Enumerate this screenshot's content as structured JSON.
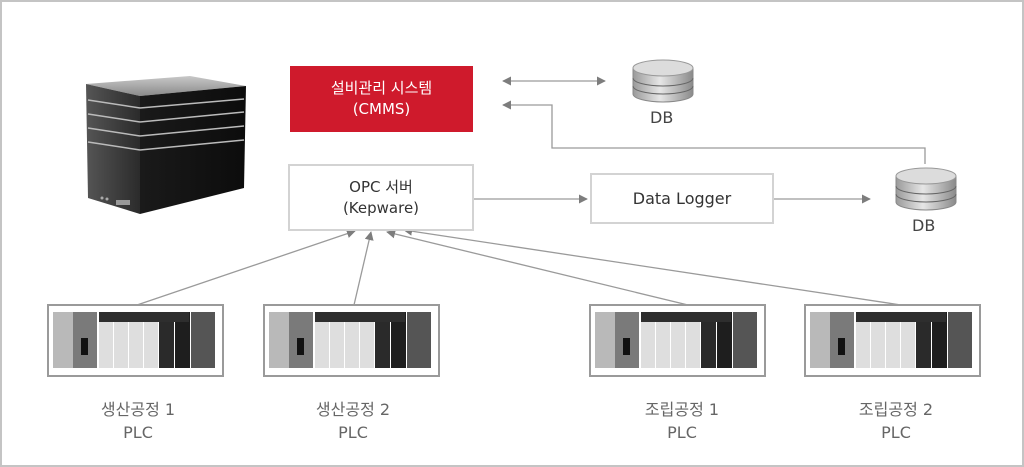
{
  "diagram": {
    "cmms": {
      "line1": "설비관리 시스템",
      "line2": "(CMMS)",
      "color": "#cf1a2c"
    },
    "opc_server": {
      "line1": "OPC 서버",
      "line2": "(Kepware)"
    },
    "data_logger": {
      "label": "Data Logger"
    },
    "db_top": {
      "label": "DB"
    },
    "db_right": {
      "label": "DB"
    },
    "server_icon": {
      "name": "server-icon"
    },
    "plcs": [
      {
        "line1": "생산공정 1",
        "line2": "PLC"
      },
      {
        "line1": "생산공정 2",
        "line2": "PLC"
      },
      {
        "line1": "조립공정 1",
        "line2": "PLC"
      },
      {
        "line1": "조립공정 2",
        "line2": "PLC"
      }
    ],
    "connections": [
      {
        "from": "cmms",
        "to": "db_top",
        "type": "bidirectional"
      },
      {
        "from": "db_right",
        "to": "cmms",
        "type": "arrow"
      },
      {
        "from": "opc_server",
        "to": "data_logger",
        "type": "arrow"
      },
      {
        "from": "data_logger",
        "to": "db_right",
        "type": "arrow"
      },
      {
        "from": "plc_1",
        "to": "opc_server",
        "type": "arrow"
      },
      {
        "from": "plc_2",
        "to": "opc_server",
        "type": "arrow"
      },
      {
        "from": "plc_3",
        "to": "opc_server",
        "type": "arrow"
      },
      {
        "from": "plc_4",
        "to": "opc_server",
        "type": "arrow"
      }
    ]
  }
}
